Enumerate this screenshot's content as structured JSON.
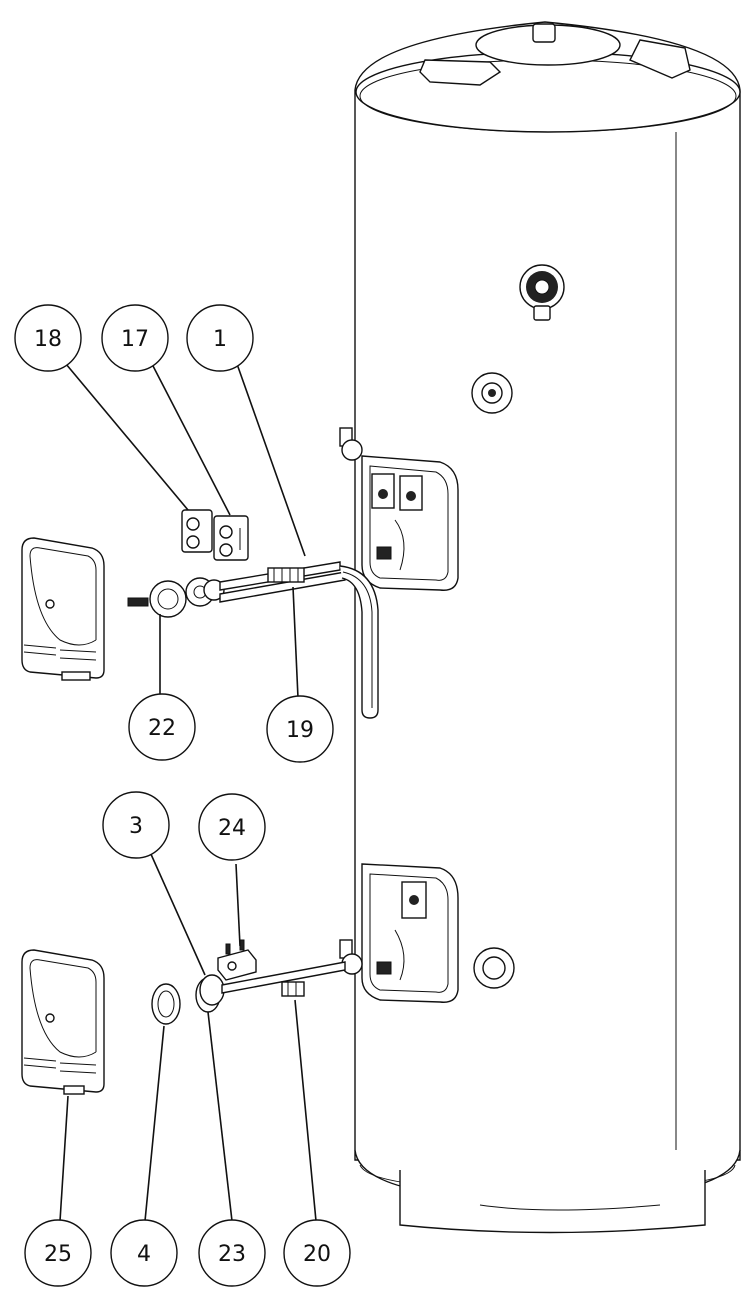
{
  "callouts": {
    "c18": "18",
    "c17": "17",
    "c1": "1",
    "c22": "22",
    "c19": "19",
    "c3": "3",
    "c24": "24",
    "c25": "25",
    "c4": "4",
    "c23": "23",
    "c20": "20"
  },
  "icons": [
    "cylinder",
    "thermometer-gauge",
    "control-box",
    "cover-panel",
    "thermostat",
    "heating-element",
    "terminal-block",
    "flange",
    "gasket",
    "switch"
  ],
  "colors": {
    "line": "#111111",
    "background": "#ffffff"
  }
}
